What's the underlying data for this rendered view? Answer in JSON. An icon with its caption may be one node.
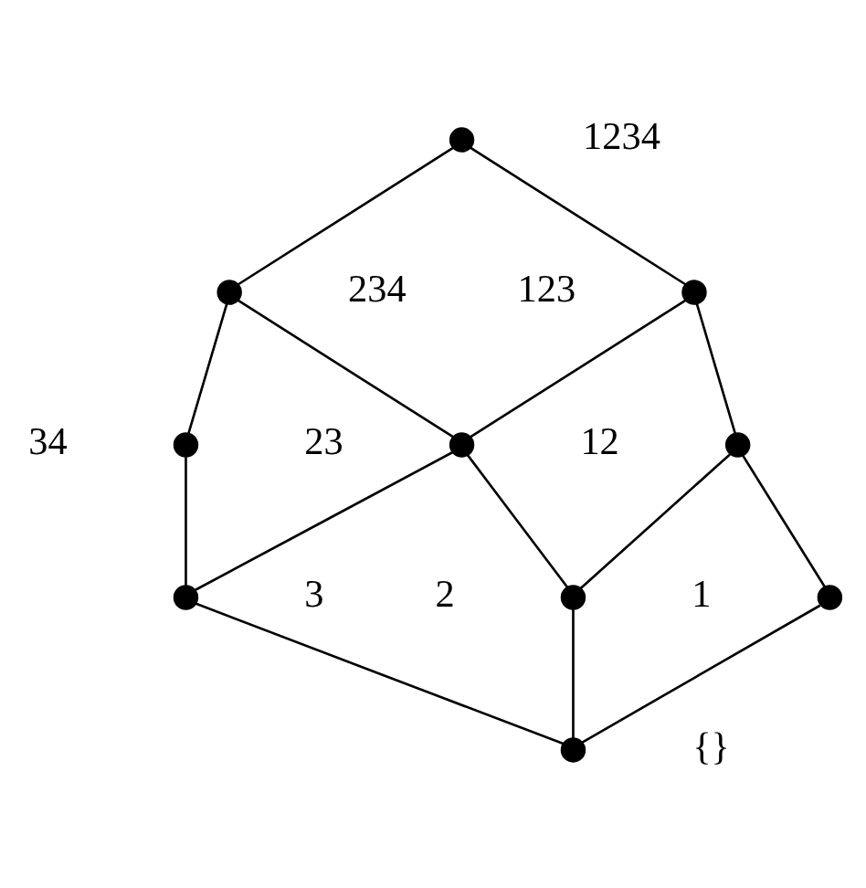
{
  "diagram": {
    "nodes": [
      {
        "text": [],
        "shape": "circle",
        "beside": [
          "1234"
        ]
      },
      {
        "text": [],
        "shape": "circle",
        "beside": [
          "123"
        ]
      },
      {
        "text": [],
        "shape": "circle",
        "beside": [
          "234"
        ]
      },
      {
        "text": [],
        "shape": "circle",
        "beside": [
          "12"
        ]
      },
      {
        "text": [],
        "shape": "circle",
        "beside": [
          "23"
        ]
      },
      {
        "text": [],
        "shape": "circle",
        "beside": [
          "34"
        ]
      },
      {
        "text": [],
        "shape": "circle",
        "beside": [
          "1"
        ]
      },
      {
        "text": [],
        "shape": "circle",
        "beside": [
          "2"
        ]
      },
      {
        "text": [],
        "shape": "circle",
        "beside": [
          "3"
        ]
      },
      {
        "text": [],
        "shape": "circle",
        "beside": [
          "{}"
        ]
      }
    ],
    "edges": [
      {
        "from": 0,
        "to": 1,
        "arrow": "none"
      },
      {
        "from": 0,
        "to": 2,
        "arrow": "none"
      },
      {
        "from": 1,
        "to": 3,
        "arrow": "none"
      },
      {
        "from": 1,
        "to": 4,
        "arrow": "none"
      },
      {
        "from": 2,
        "to": 4,
        "arrow": "none"
      },
      {
        "from": 2,
        "to": 5,
        "arrow": "none"
      },
      {
        "from": 3,
        "to": 6,
        "arrow": "none"
      },
      {
        "from": 3,
        "to": 7,
        "arrow": "none"
      },
      {
        "from": 4,
        "to": 7,
        "arrow": "none"
      },
      {
        "from": 4,
        "to": 8,
        "arrow": "none"
      },
      {
        "from": 5,
        "to": 8,
        "arrow": "none"
      },
      {
        "from": 6,
        "to": 9,
        "arrow": "none"
      },
      {
        "from": 7,
        "to": 9,
        "arrow": "none"
      },
      {
        "from": 8,
        "to": 9,
        "arrow": "none"
      }
    ]
  }
}
